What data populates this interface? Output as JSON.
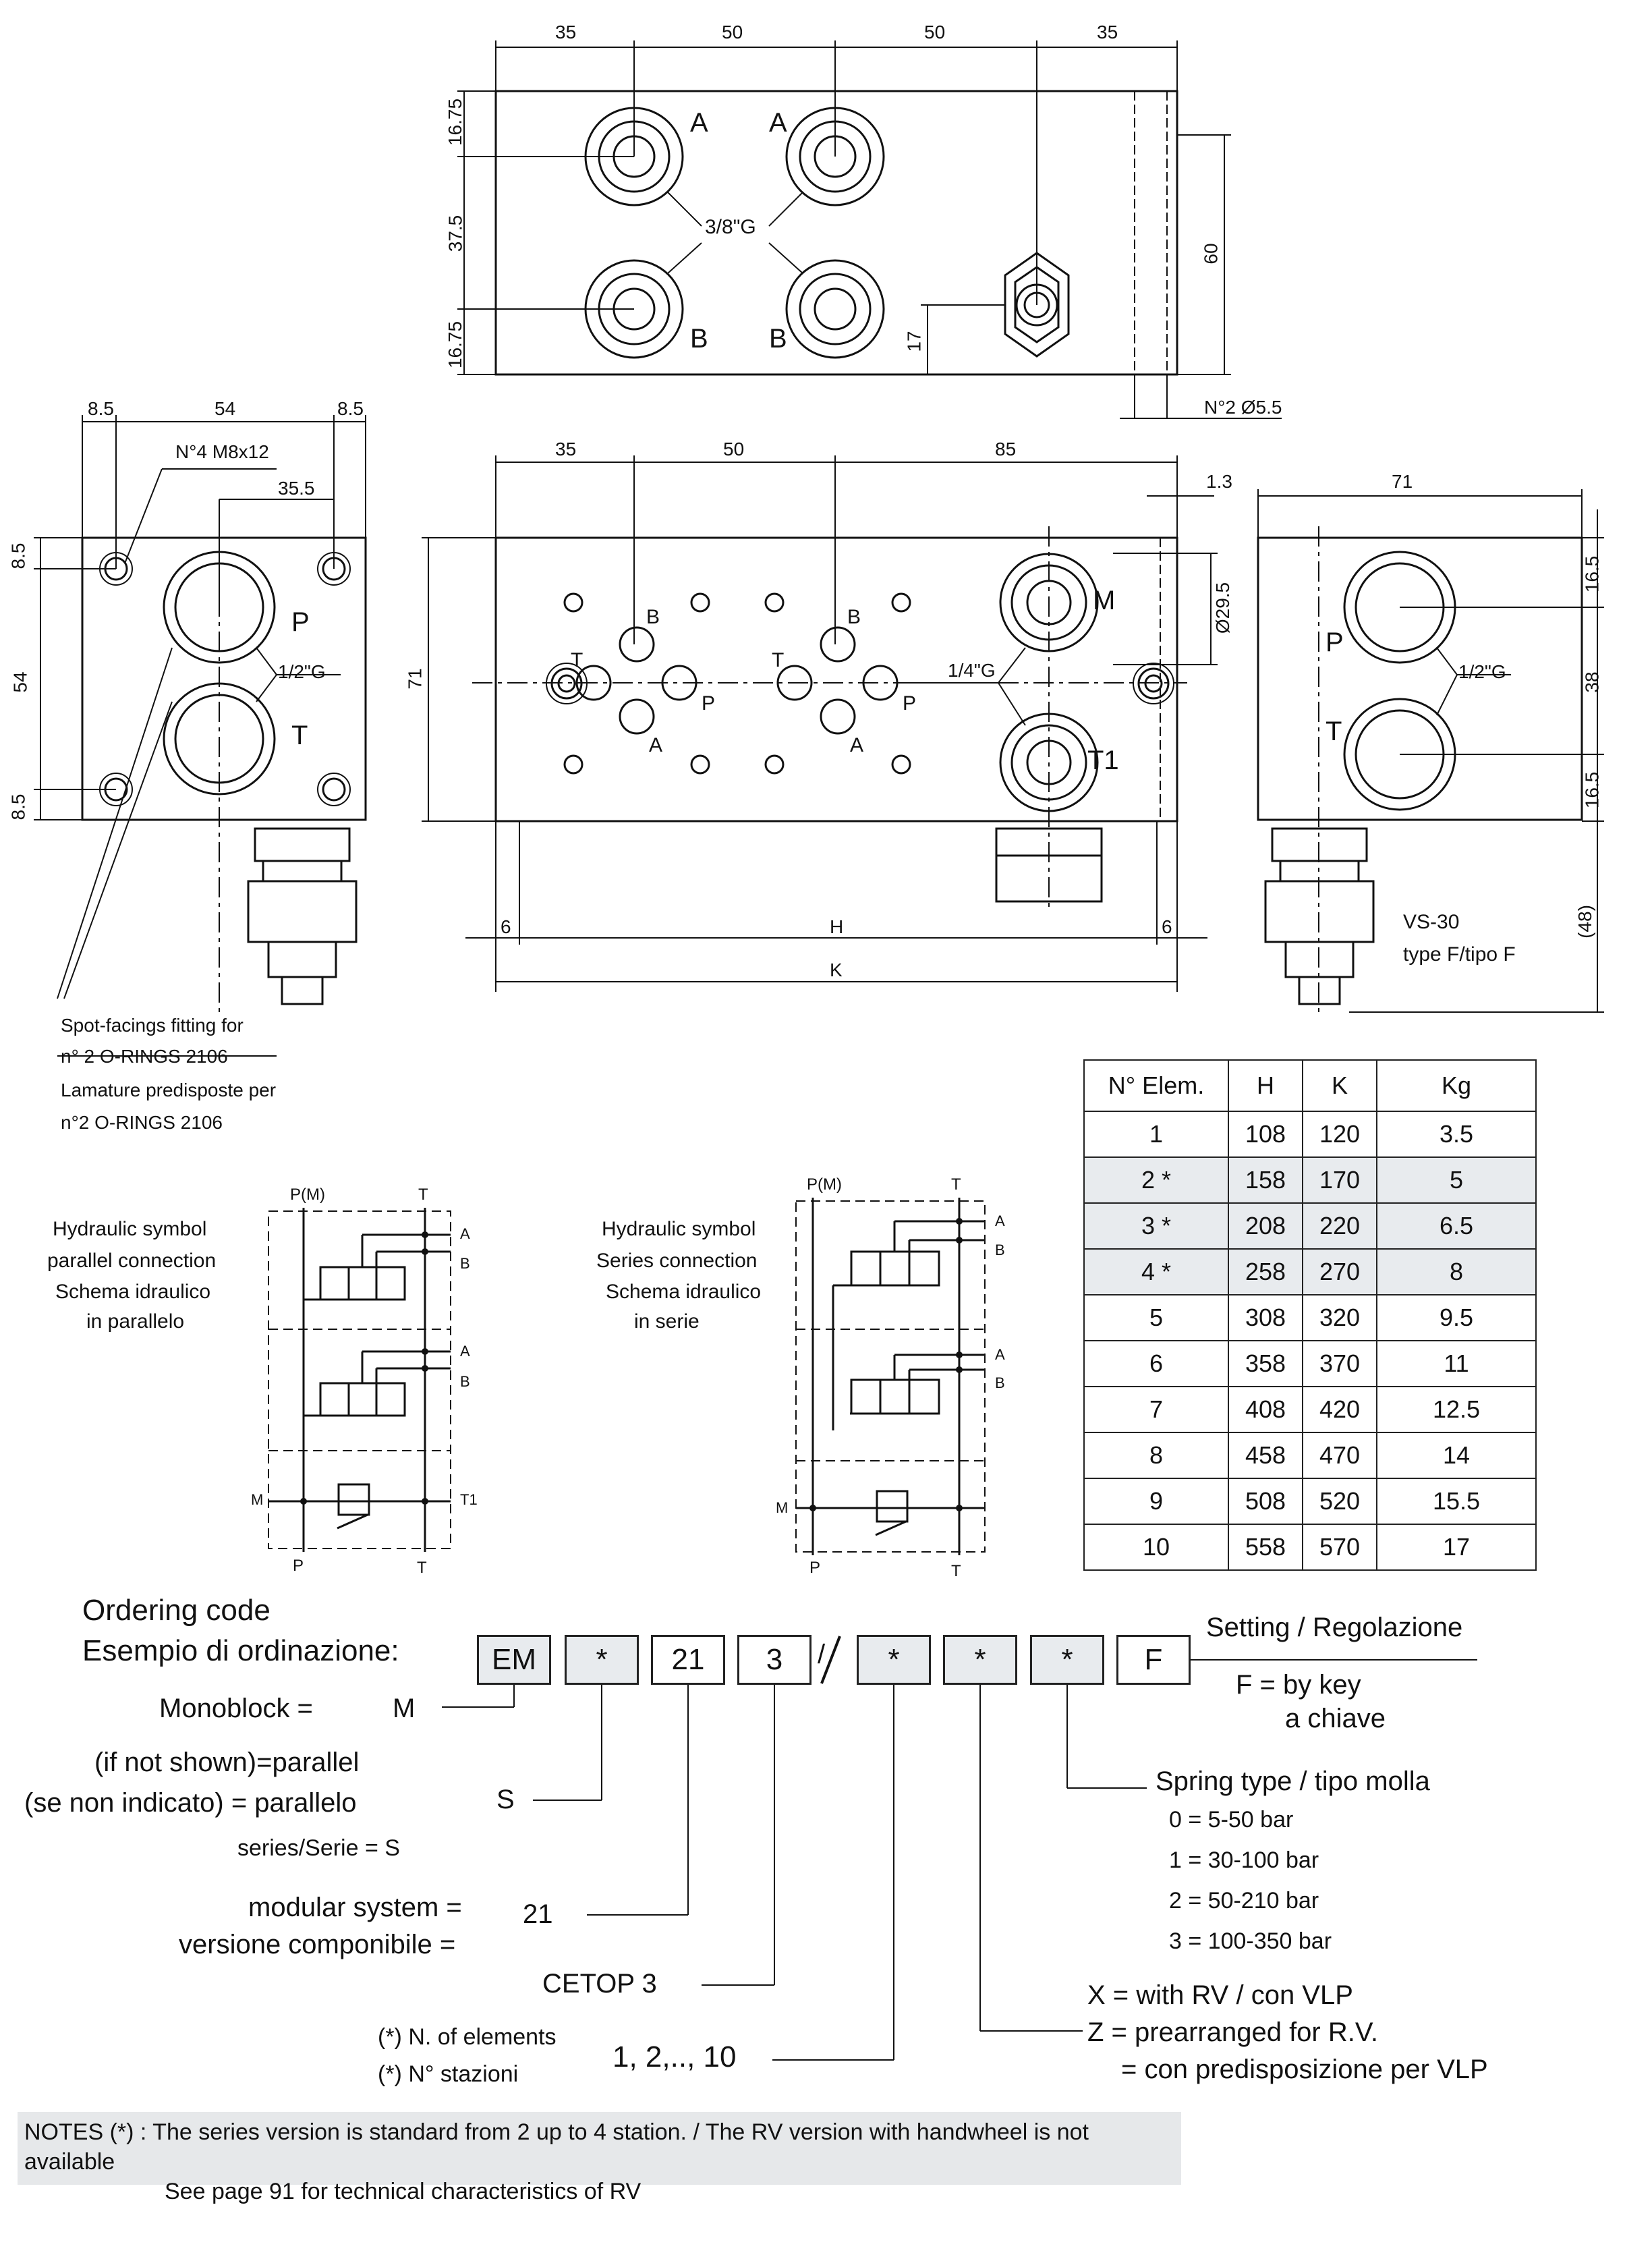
{
  "top_view": {
    "dims_top": [
      "35",
      "50",
      "50",
      "35"
    ],
    "dims_left": [
      "16.75",
      "37.5",
      "16.75"
    ],
    "dim_right": "60",
    "dim_17": "17",
    "port_labels": [
      "A",
      "A",
      "B",
      "B"
    ],
    "thread": "3/8\"G",
    "holes": "N°2 Ø5.5"
  },
  "side_left": {
    "dims_top": [
      "8.5",
      "54",
      "8.5"
    ],
    "dim_35_5": "35.5",
    "screws": "N°4 M8x12",
    "dims_left": [
      "8.5",
      "54",
      "8.5"
    ],
    "ports": [
      "P",
      "T"
    ],
    "thread": "1/2\"G"
  },
  "front_view": {
    "dims_top": [
      "35",
      "50",
      "85"
    ],
    "dim_1_3": "1.3",
    "dim_dia": "Ø29.5",
    "dim_71": "71",
    "port_M": "M",
    "port_T1": "T1",
    "thread": "1/4\"G",
    "ports": [
      "B",
      "T",
      "P",
      "A",
      "B",
      "T",
      "P",
      "A"
    ],
    "dim_6a": "6",
    "dim_6b": "6",
    "dim_H": "H",
    "dim_K": "K"
  },
  "side_right": {
    "dim_top": "71",
    "dims_right": [
      "16.5",
      "38",
      "16.5",
      "(48)"
    ],
    "ports": [
      "P",
      "T"
    ],
    "thread": "1/2\"G",
    "valve_name": "VS-30",
    "valve_type": "type F/tipo F"
  },
  "spotfacing": {
    "line1": "Spot-facings fitting for",
    "line2": "n° 2 O-RINGS 2106",
    "line3": "Lamature predisposte per",
    "line4": "n°2 O-RINGS 2106"
  },
  "symbol_parallel": {
    "title1": "Hydraulic symbol",
    "title2": "parallel connection",
    "title3": "Schema idraulico",
    "title4": "in parallelo",
    "pm": "P(M)",
    "t_top": "T",
    "a1": "A",
    "b1": "B",
    "a2": "A",
    "b2": "B",
    "m": "M",
    "t1": "T1",
    "p_bot": "P",
    "t_bot": "T"
  },
  "symbol_series": {
    "title1": "Hydraulic symbol",
    "title2": "Series connection",
    "title3": "Schema idraulico",
    "title4": "in serie",
    "pm": "P(M)",
    "t_top": "T",
    "a1": "A",
    "b1": "B",
    "a2": "A",
    "b2": "B",
    "m": "M",
    "p_bot": "P",
    "t_bot": "T"
  },
  "table": {
    "headers": [
      "N° Elem.",
      "H",
      "K",
      "Kg"
    ],
    "rows": [
      [
        "1",
        "108",
        "120",
        "3.5"
      ],
      [
        "2 *",
        "158",
        "170",
        "5"
      ],
      [
        "3 *",
        "208",
        "220",
        "6.5"
      ],
      [
        "4 *",
        "258",
        "270",
        "8"
      ],
      [
        "5",
        "308",
        "320",
        "9.5"
      ],
      [
        "6",
        "358",
        "370",
        "11"
      ],
      [
        "7",
        "408",
        "420",
        "12.5"
      ],
      [
        "8",
        "458",
        "470",
        "14"
      ],
      [
        "9",
        "508",
        "520",
        "15.5"
      ],
      [
        "10",
        "558",
        "570",
        "17"
      ]
    ]
  },
  "ordering": {
    "title1": "Ordering code",
    "title2": "Esempio di ordinazione:",
    "boxes": [
      "EM",
      "*",
      "21",
      "3",
      "*",
      "*",
      "*",
      "F"
    ],
    "slash": "/",
    "monoblock": "Monoblock =",
    "monoblock_val": "M",
    "if_not_shown": "(if not shown)=parallel",
    "se_non": "(se non indicato) = parallelo",
    "series": "series/Serie =  S",
    "s_val": "S",
    "modular1": "modular system =",
    "modular2": "versione componibile =",
    "modular_val": "21",
    "cetop": "CETOP 3",
    "n_elem1": "(*) N. of elements",
    "n_elem2": "(*) N° stazioni",
    "n_elem_val": "1, 2,.., 10",
    "setting": "Setting / Regolazione",
    "f_key": "F = by key",
    "a_chiave": "a chiave",
    "spring": "Spring type / tipo molla",
    "spring_opts": [
      "0  = 5-50 bar",
      "1  = 30-100 bar",
      "2  = 50-210 bar",
      "3  = 100-350 bar"
    ],
    "x_opt": "X  = with RV / con VLP",
    "z_opt": "Z  = prearranged for R.V.",
    "z_opt2": "= con predisposizione per VLP"
  },
  "notes": {
    "line1": "NOTES (*) : The series version is standard from 2 up to 4 station. / The RV version with handwheel is not available",
    "line2": "See page 91 for technical characteristics of RV"
  }
}
